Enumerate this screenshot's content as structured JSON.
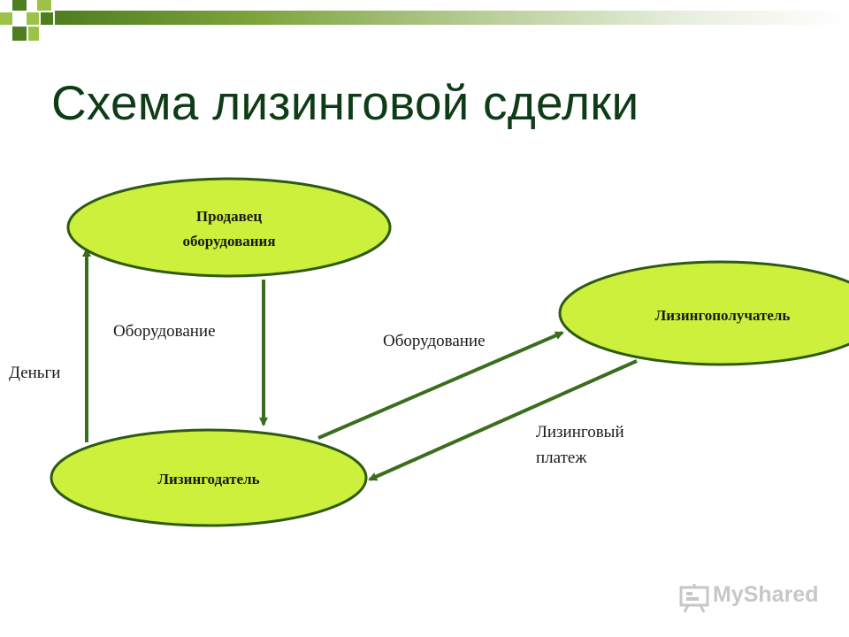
{
  "slide": {
    "title": "Схема лизинговой сделки",
    "colors": {
      "title": "#0e3c16",
      "node_fill": "#ccf03c",
      "node_stroke": "#2e5a14",
      "arrow": "#3a6e1c",
      "accent_dark": "#4f7d21",
      "accent_light": "#9cc24a"
    }
  },
  "nodes": {
    "seller": {
      "line1": "Продавец",
      "line2": "оборудования"
    },
    "lessee": {
      "label": "Лизингополучатель"
    },
    "lessor": {
      "label": "Лизингодатель"
    }
  },
  "edges": {
    "money": "Деньги",
    "equipment_seller_to_lessor": "Оборудование",
    "equipment_lessor_to_lessee": "Оборудование",
    "lease_payment": {
      "line1": "Лизинговый",
      "line2": "платеж"
    }
  },
  "watermark": {
    "text": "MyShared",
    "icon": "presentation-board-icon"
  }
}
